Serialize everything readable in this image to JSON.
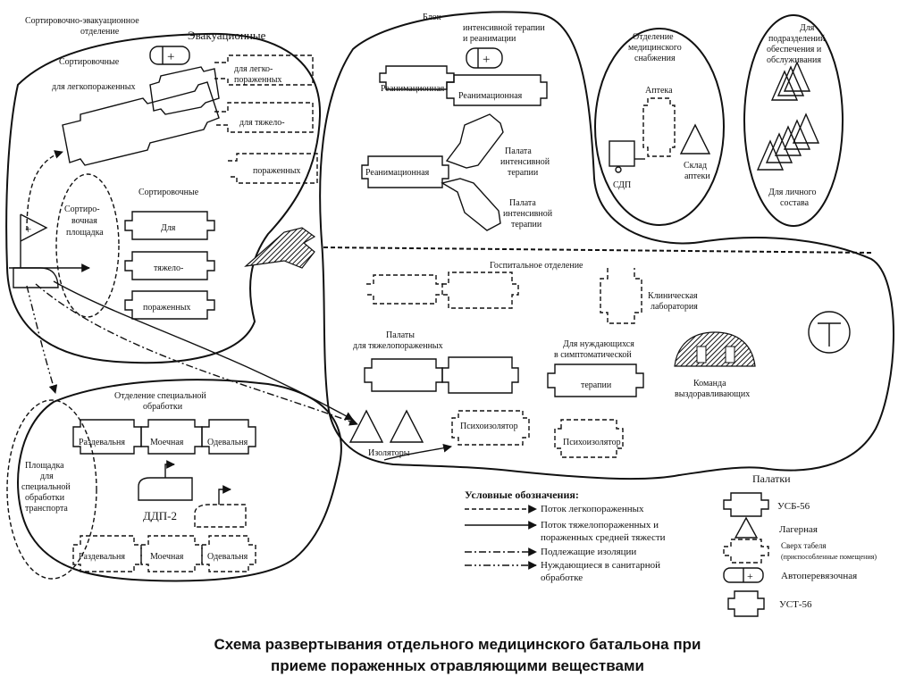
{
  "caption": {
    "line1": "Схема развертывания отдельного медицинского батальона при",
    "line2": "приеме пораженных отравляющими веществами"
  },
  "sort_evac": {
    "title_1": "Сортировочно-эвакуационное",
    "title_2": "отделение",
    "evacuation": "Эвакуационные",
    "sorting": "Сортировочные",
    "for_light": "для легкопораженных",
    "for_light_1": "для легко-",
    "for_light_2": "пораженных",
    "for_heavy_1": "для тяжело-",
    "for_heavy_2": "пораженных",
    "sort_area_1": "Сортиро-",
    "sort_area_2": "вочная",
    "sort_area_3": "площадка",
    "sorting2": "Сортировочные",
    "for_": "Для",
    "heavy_1": "тяжело-",
    "heavy_2": "пораженных"
  },
  "intensive": {
    "block": "Блок",
    "title_1": "интенсивной терапии",
    "title_2": "и реанимации",
    "resus": "Реанимационная",
    "ward_1": "Палата",
    "ward_2": "интенсивной",
    "ward_3": "терапии"
  },
  "med_supply": {
    "title_1": "Отделение",
    "title_2": "медицинского",
    "title_3": "снабжения",
    "pharmacy": "Аптека",
    "sdp": "СДП",
    "store_1": "Склад",
    "store_2": "аптеки"
  },
  "units": {
    "title_1": "Для",
    "title_2": "подразделений",
    "title_3": "обеспечения и",
    "title_4": "обслуживания",
    "personal_1": "Для личного",
    "personal_2": "состава"
  },
  "hospital": {
    "title": "Госпитальное отделение",
    "lab_1": "Клиническая",
    "lab_2": "лаборатория",
    "wards_1": "Палаты",
    "wards_2": "для тяжелопораженных",
    "symptom_1": "Для нуждающихся",
    "symptom_2": "в симптоматической",
    "therapy": "терапии",
    "recovery": "Команда",
    "recovery_2": "выздоравливающих",
    "psych": "Психоизолятор",
    "isolators": "Изоляторы"
  },
  "special": {
    "title_1": "Отделение специальной",
    "title_2": "обработки",
    "undress": "Раздевальня",
    "wash": "Моечная",
    "dress": "Одевальня",
    "ddp": "ДДП-2",
    "area_1": "Площадка",
    "area_2": "для",
    "area_3": "специальной",
    "area_4": "обработки",
    "area_5": "транспорта"
  },
  "legend": {
    "title": "Условные обозначения:",
    "items": [
      "Поток легкопораженных",
      "Поток тяжелопораженных и",
      "пораженных средней тяжести",
      "Подлежащие изоляции",
      "Нуждающиеся в санитарной",
      "обработке"
    ]
  },
  "tents": {
    "title": "Палатки",
    "usb": "УСБ-56",
    "camp": "Лагерная",
    "table_1": "Сверх табеля",
    "table_2": "(приспособленные помещения)",
    "auto": "Автоперевязочная",
    "ust": "УСТ-56"
  }
}
